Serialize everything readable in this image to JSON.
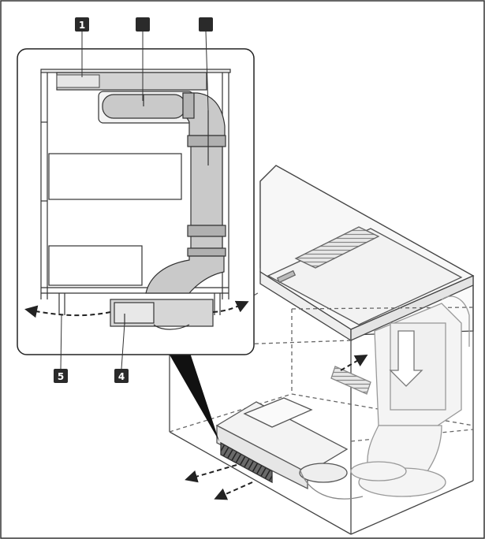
{
  "callouts": {
    "c1": "1",
    "c2": "",
    "c3": "",
    "c4": "4",
    "c5": "5"
  },
  "colors": {
    "stroke": "#222222",
    "duct_fill": "#c9c9c9",
    "duct_shade": "#a8a8a8",
    "panel_fill": "#ffffff",
    "callout_fill": "#2a2a2a",
    "cabinet_line": "#444444",
    "faint": "#9a9a9a"
  }
}
